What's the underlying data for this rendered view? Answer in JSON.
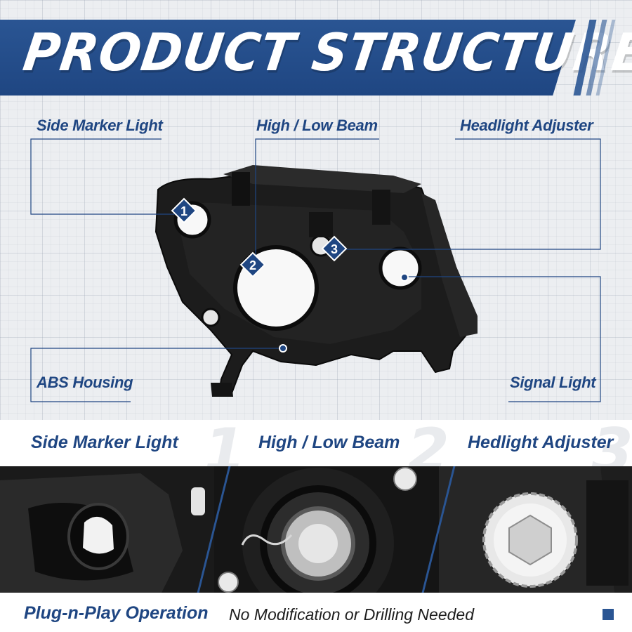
{
  "banner": {
    "title": "PRODUCT STRUCTURE"
  },
  "callouts": {
    "side_marker": "Side Marker Light",
    "beam": "High / Low Beam",
    "adjuster": "Headlight Adjuster",
    "housing": "ABS Housing",
    "signal": "Signal Light"
  },
  "markers": {
    "one": "1",
    "two": "2",
    "three": "3"
  },
  "strip": {
    "items": [
      {
        "label": "Side Marker Light",
        "number": "1"
      },
      {
        "label": "High / Low Beam",
        "number": "2"
      },
      {
        "label": "Hedlight Adjuster",
        "number": "3"
      }
    ]
  },
  "footer": {
    "strong": "Plug-n-Play Operation",
    "text": "No Modification or Drilling Needed"
  },
  "colors": {
    "brand_blue": "#1f4682",
    "banner_blue": "#2a5593",
    "housing_black": "#1a1a1a"
  }
}
